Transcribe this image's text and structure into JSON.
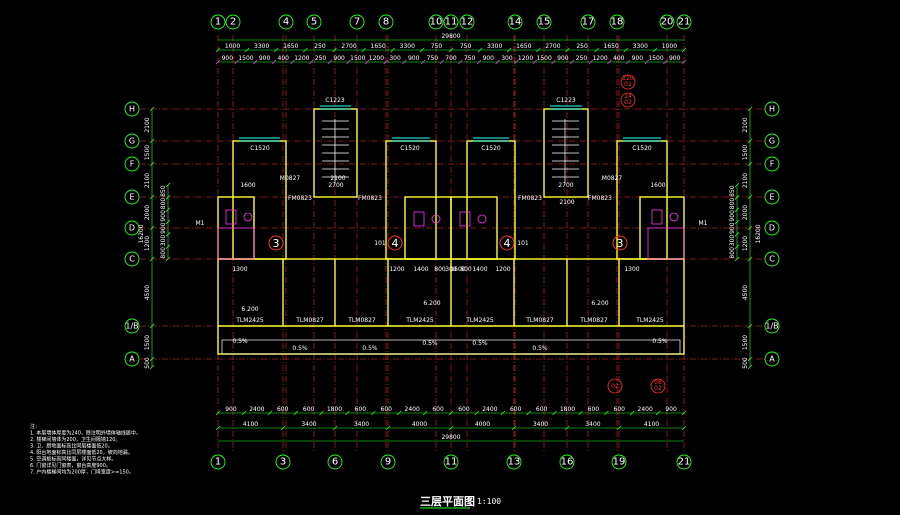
{
  "drawing": {
    "title": "三层平面图",
    "scale": "1:100",
    "total_width": "29800",
    "total_depth": "16200"
  },
  "axes": {
    "top": [
      "1",
      "2",
      "4",
      "5",
      "7",
      "8",
      "10",
      "11",
      "12",
      "14",
      "15",
      "17",
      "18",
      "20",
      "21"
    ],
    "bottom": [
      "1",
      "3",
      "6",
      "9",
      "11",
      "13",
      "16",
      "19",
      "21"
    ],
    "rows": [
      "H",
      "G",
      "F",
      "E",
      "D",
      "C",
      "1/B",
      "A"
    ]
  },
  "dims": {
    "top_row1": [
      "1000",
      "3300",
      "1650",
      "250",
      "2700",
      "1650",
      "3300",
      "750",
      "750",
      "3300",
      "1650",
      "2700",
      "250",
      "1650",
      "3300",
      "1000"
    ],
    "top_row2": [
      "900",
      "1500",
      "900",
      "400",
      "1200",
      "250",
      "900",
      "1500",
      "1200",
      "300",
      "900",
      "750",
      "700",
      "750",
      "900",
      "300",
      "1200",
      "1500",
      "900",
      "250",
      "1200",
      "400",
      "900",
      "1500",
      "900"
    ],
    "bottom_row1": [
      "900",
      "2400",
      "600",
      "600",
      "1800",
      "600",
      "600",
      "2400",
      "600",
      "600",
      "2400",
      "600",
      "600",
      "1800",
      "600",
      "600",
      "2400",
      "900"
    ],
    "bottom_row2": [
      "4100",
      "3400",
      "3400",
      "4000",
      "4000",
      "3400",
      "3400",
      "4100"
    ],
    "left": [
      "2100",
      "1500",
      "2100",
      "2000",
      "1200",
      "4500",
      "1500",
      "500"
    ],
    "right": [
      "2100",
      "1500",
      "2100",
      "2000",
      "1200",
      "4500",
      "1500",
      "500"
    ],
    "left_sub": [
      "850",
      "800",
      "900",
      "900",
      "300",
      "800"
    ],
    "right_sub": [
      "850",
      "800",
      "900",
      "900",
      "300",
      "800"
    ]
  },
  "rooms": {
    "windows_top": [
      "C1520",
      "C1520",
      "C1520",
      "C1520"
    ],
    "windows_stair": [
      "C1223",
      "C1223"
    ],
    "doors_balcony": [
      "TLM2425",
      "TLM0827",
      "TLM0827",
      "TLM2425",
      "TLM2425",
      "TLM0827",
      "TLM0827",
      "TLM2425"
    ],
    "doors_fm": [
      "FM0823",
      "FM0823",
      "FM0823",
      "FM0823"
    ],
    "misc": [
      "M1",
      "M1",
      "101",
      "101",
      "M0827",
      "M0827",
      "2100",
      "2100"
    ],
    "unit_numbers": [
      "3",
      "4",
      "4",
      "3"
    ],
    "levels": [
      "6.200",
      "6.200",
      "6.200"
    ],
    "slopes": [
      "0.5%",
      "0.5%",
      "0.5%",
      "0.5%",
      "0.5%",
      "0.5%",
      "0.5%"
    ],
    "inner_dims": [
      "1600",
      "2700",
      "1300",
      "1200",
      "1400",
      "800",
      "300",
      "1600",
      "800",
      "1400",
      "1200",
      "1300",
      "2700",
      "1600"
    ],
    "callouts": [
      "220",
      "02",
      "14",
      "02",
      "02",
      "08",
      "02"
    ]
  },
  "notes": [
    "注：",
    "1. 本层墙体厚度为240，除注明外墙体轴线居中。",
    "2. 楼梯间墙体为200，卫生间隔墙120。",
    "3. 卫、厨地面标高比同层楼面低20。",
    "4. 阳台地面标高比同层楼面低20，坡向地漏。",
    "5. 空调板标高同楼面，详见节点大样。",
    "6. 门窗详见门窗表，窗台高度900。",
    "7. 户内楼梯间均为200厚，门垛宽度>=150。"
  ],
  "colors": {
    "background": "#000000",
    "axis_line": "#ff3030",
    "axis_bubble": "#22ff22",
    "dimension": "#22ff22",
    "wall": "#ffff33",
    "furniture": "#ff33ff",
    "window": "#22ffff",
    "text": "#ffffff"
  }
}
